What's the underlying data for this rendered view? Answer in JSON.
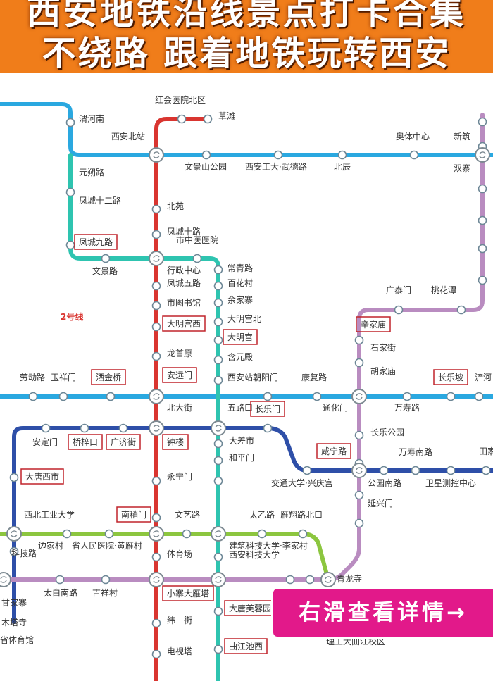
{
  "header": {
    "line1": "西安地铁沿线景点打卡合集",
    "line2": "不绕路 跟着地铁玩转西安"
  },
  "cta": {
    "label": "右滑查看详情→"
  },
  "colors": {
    "header_bg": "#f07d1a",
    "line1": "#d93530",
    "line2": "#2ec4b0",
    "line3": "#b98cc0",
    "line4": "#2aa8e0",
    "line5": "#2e4fa8",
    "line6": "#8cc63f",
    "annotation": "#d93530",
    "highlight_box": "#c0242b",
    "cta_bg": "#e2198a"
  },
  "map": {
    "line_label": "2号线",
    "stations": [
      {
        "id": "s_hongyi",
        "name": "红会医院北区"
      },
      {
        "id": "s_caotan",
        "name": "草滩"
      },
      {
        "id": "s_weihenan",
        "name": "渭河南"
      },
      {
        "id": "s_xianbei",
        "name": "西安北站"
      },
      {
        "id": "s_aotizhongxin",
        "name": "奥体中心"
      },
      {
        "id": "s_xinzhu",
        "name": "新筑"
      },
      {
        "id": "s_wenjingshan",
        "name": "文景山公园"
      },
      {
        "id": "s_gongda",
        "name": "西安工大·武德路"
      },
      {
        "id": "s_beichen",
        "name": "北辰"
      },
      {
        "id": "s_shuangzhai",
        "name": "双寨"
      },
      {
        "id": "s_yuanshuo",
        "name": "元朔路"
      },
      {
        "id": "s_fc12",
        "name": "凤城十二路"
      },
      {
        "id": "s_beiyuan",
        "name": "北苑"
      },
      {
        "id": "s_fc10",
        "name": "凤城十路"
      },
      {
        "id": "s_zhongyi",
        "name": "市中医医院"
      },
      {
        "id": "s_fc9",
        "name": "凤城九路"
      },
      {
        "id": "s_wenjinglu",
        "name": "文景路"
      },
      {
        "id": "s_xingzheng",
        "name": "行政中心"
      },
      {
        "id": "s_changqing",
        "name": "常青路"
      },
      {
        "id": "s_fc5",
        "name": "凤城五路"
      },
      {
        "id": "s_baihua",
        "name": "百花村"
      },
      {
        "id": "s_yujia",
        "name": "余家寨"
      },
      {
        "id": "s_tushuguan",
        "name": "市图书馆"
      },
      {
        "id": "s_dmgx",
        "name": "大明宫西"
      },
      {
        "id": "s_dmgb",
        "name": "大明宫北"
      },
      {
        "id": "s_dmg",
        "name": "大明宫"
      },
      {
        "id": "s_guangtai",
        "name": "广泰门"
      },
      {
        "id": "s_taohuatan",
        "name": "桃花潭"
      },
      {
        "id": "s_xinjia",
        "name": "辛家庙"
      },
      {
        "id": "s_shijia",
        "name": "石家街"
      },
      {
        "id": "s_hujia",
        "name": "胡家庙"
      },
      {
        "id": "s_longshou",
        "name": "龙首原"
      },
      {
        "id": "s_hanyuan",
        "name": "含元殿"
      },
      {
        "id": "s_laodong",
        "name": "劳动路"
      },
      {
        "id": "s_yuxiang",
        "name": "玉祥门"
      },
      {
        "id": "s_sajin",
        "name": "洒金桥"
      },
      {
        "id": "s_anyuan",
        "name": "安远门"
      },
      {
        "id": "s_chaoyang",
        "name": "西安站朝阳门"
      },
      {
        "id": "s_kangfu",
        "name": "康复路"
      },
      {
        "id": "s_changlepo",
        "name": "长乐坡"
      },
      {
        "id": "s_chanhe",
        "name": "浐河"
      },
      {
        "id": "s_beidajie",
        "name": "北大街"
      },
      {
        "id": "s_wulukou",
        "name": "五路口"
      },
      {
        "id": "s_changlemen",
        "name": "长乐门"
      },
      {
        "id": "s_tonghua",
        "name": "通化门"
      },
      {
        "id": "s_wanshou",
        "name": "万寿路"
      },
      {
        "id": "s_anding",
        "name": "安定门"
      },
      {
        "id": "s_qiaozikou",
        "name": "桥梓口"
      },
      {
        "id": "s_guangji",
        "name": "广济街"
      },
      {
        "id": "s_zhonglou",
        "name": "钟楼"
      },
      {
        "id": "s_dachaishi",
        "name": "大差市"
      },
      {
        "id": "s_changlegongyuan",
        "name": "长乐公园"
      },
      {
        "id": "s_xianning",
        "name": "咸宁路"
      },
      {
        "id": "s_wanshounan",
        "name": "万寿南路"
      },
      {
        "id": "s_tianjia",
        "name": "田家"
      },
      {
        "id": "s_heping",
        "name": "和平门"
      },
      {
        "id": "s_datangxishi",
        "name": "大唐西市"
      },
      {
        "id": "s_yongning",
        "name": "永宁门"
      },
      {
        "id": "s_jiaoda",
        "name": "交通大学·兴庆宫"
      },
      {
        "id": "s_gongyuannan",
        "name": "公园南路"
      },
      {
        "id": "s_weixing",
        "name": "卫星测控中心"
      },
      {
        "id": "s_yanxing",
        "name": "延兴门"
      },
      {
        "id": "s_xbgy",
        "name": "西北工业大学"
      },
      {
        "id": "s_nanshao",
        "name": "南稍门"
      },
      {
        "id": "s_wenyi",
        "name": "文艺路"
      },
      {
        "id": "s_taiyi",
        "name": "太乙路"
      },
      {
        "id": "s_yanxiang",
        "name": "雁翔路北口"
      },
      {
        "id": "s_kejilu",
        "name": "科技路"
      },
      {
        "id": "s_bianjia",
        "name": "边家村"
      },
      {
        "id": "s_shengrenyi",
        "name": "省人民医院·黄雁村"
      },
      {
        "id": "s_tiyuchang",
        "name": "体育场"
      },
      {
        "id": "s_jianzhu",
        "name": "建筑科技大学·李家村"
      },
      {
        "id": "s_xaky",
        "name": "西安科技大学"
      },
      {
        "id": "s_qinglong",
        "name": "青龙寺"
      },
      {
        "id": "s_taibainan",
        "name": "太白南路"
      },
      {
        "id": "s_jixiang",
        "name": "吉祥村"
      },
      {
        "id": "s_xiaozhai",
        "name": "小寨大雁塔"
      },
      {
        "id": "s_ganjia",
        "name": "甘家寨"
      },
      {
        "id": "s_datangfurong",
        "name": "大唐芙蓉园"
      },
      {
        "id": "s_muta",
        "name": "木塔寺"
      },
      {
        "id": "s_shengtiyu",
        "name": "省体育馆"
      },
      {
        "id": "s_weiyi",
        "name": "纬一街"
      },
      {
        "id": "s_dianshita",
        "name": "电视塔"
      },
      {
        "id": "s_qujiang",
        "name": "曲江池西"
      },
      {
        "id": "s_ligong",
        "name": "理工大曲江校区"
      }
    ]
  }
}
